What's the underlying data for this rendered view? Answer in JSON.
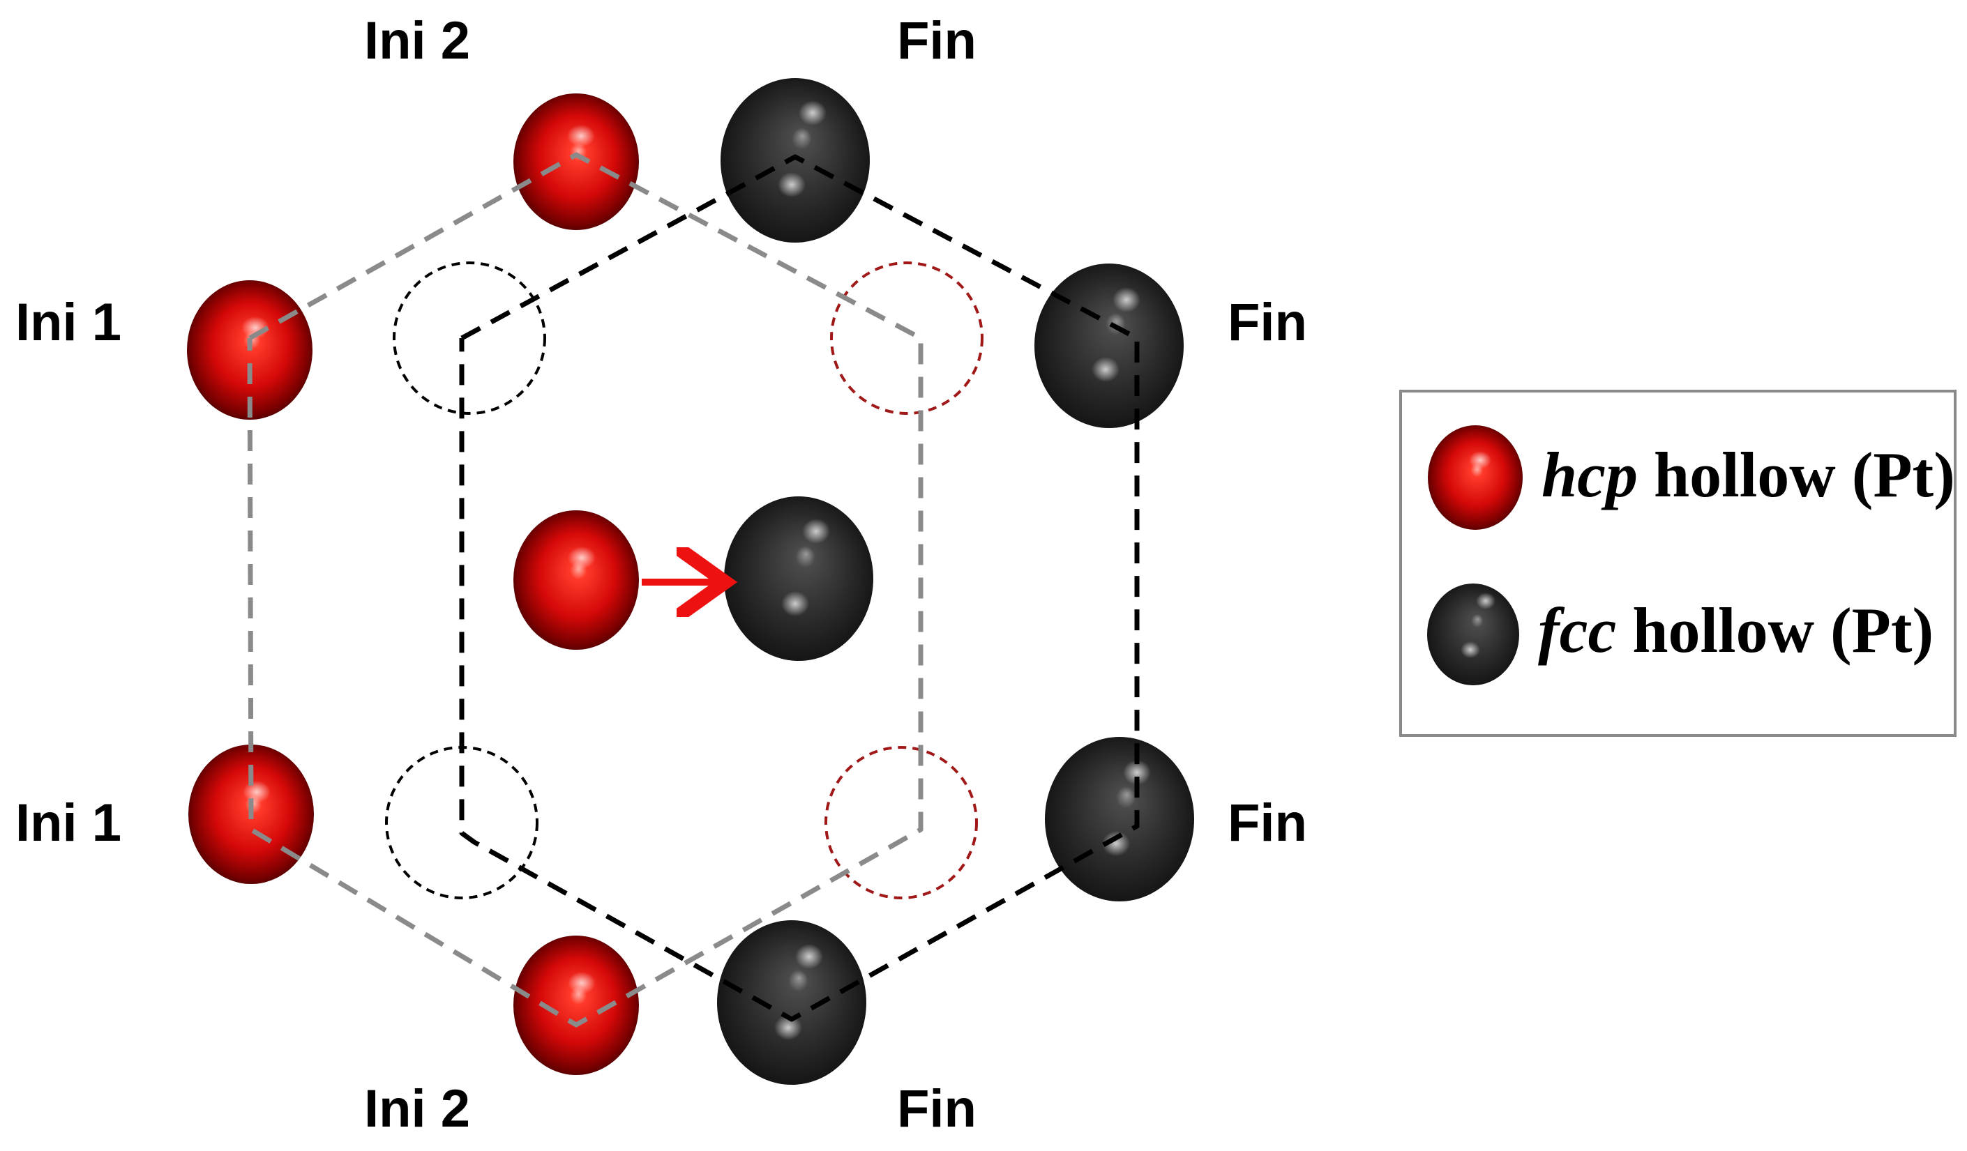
{
  "labels": {
    "ini2_top": "Ini 2",
    "fin_top": "Fin",
    "ini1_upper": "Ini 1",
    "fin_right_upper": "Fin",
    "ini1_lower": "Ini 1",
    "fin_right_lower": "Fin",
    "ini2_bottom": "Ini 2",
    "fin_bottom": "Fin"
  },
  "legend": {
    "hcp": {
      "site": "hcp",
      "rest": " hollow (Pt)",
      "color": "#e01010"
    },
    "fcc": {
      "site": "fcc",
      "rest": " hollow (Pt)",
      "color": "#303030"
    }
  },
  "colors": {
    "hcp_atom": "#e01010",
    "fcc_atom": "#2e2e2e",
    "hcp_path": "#8a8a8a",
    "fcc_path": "#000000",
    "hcp_empty_site": "#a01818",
    "fcc_empty_site": "#000000",
    "arrow": "#ee1111"
  }
}
